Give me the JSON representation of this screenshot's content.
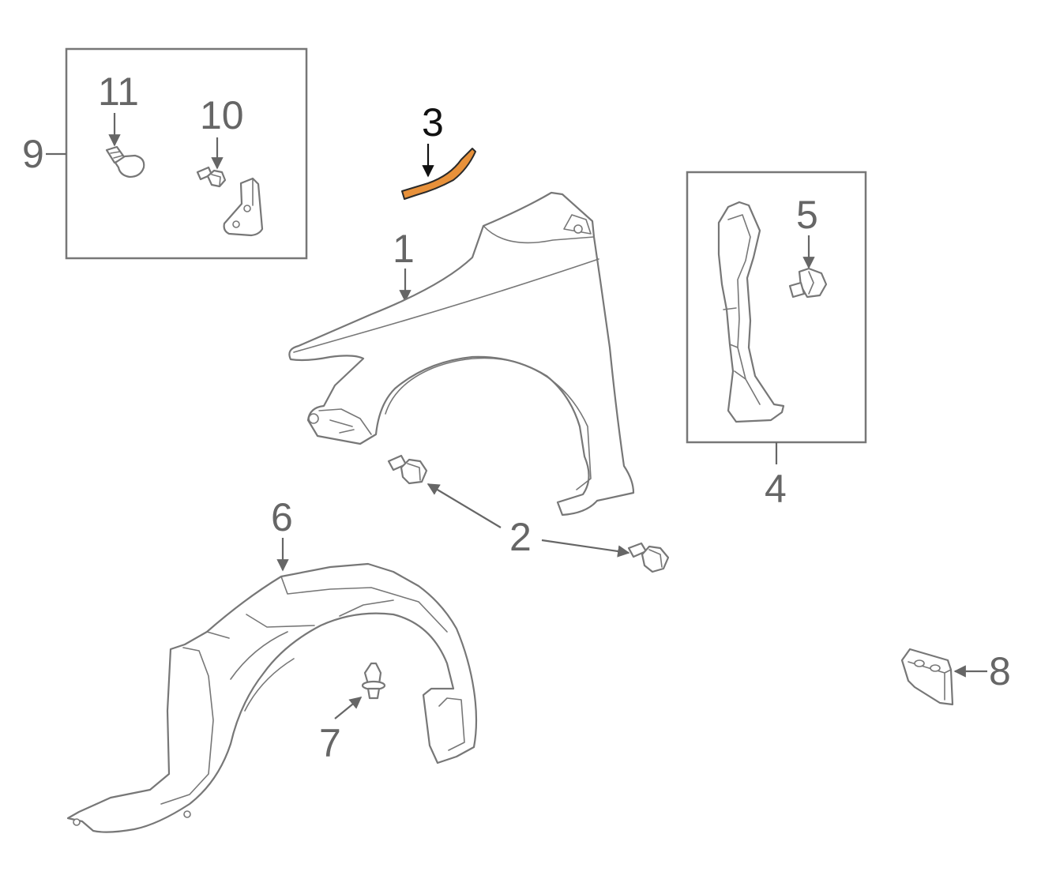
{
  "colors": {
    "highlight_fill": "#e8913a",
    "highlight_stroke": "#2a2a2a",
    "line_art": "#777777",
    "callout_text": "#666666",
    "callout_active_text": "#111111",
    "background": "#ffffff"
  },
  "highlighted_part": "3",
  "callouts": {
    "c1": "1",
    "c2": "2",
    "c3": "3",
    "c4": "4",
    "c5": "5",
    "c6": "6",
    "c7": "7",
    "c8": "8",
    "c9": "9",
    "c10": "10",
    "c11": "11"
  },
  "parts": [
    {
      "callout": "1",
      "icon": "fender-icon"
    },
    {
      "callout": "2",
      "icon": "bolt-icon"
    },
    {
      "callout": "3",
      "icon": "fender-seal-icon"
    },
    {
      "callout": "4",
      "icon": "fender-bracket-icon"
    },
    {
      "callout": "5",
      "icon": "nut-icon"
    },
    {
      "callout": "6",
      "icon": "fender-liner-icon"
    },
    {
      "callout": "7",
      "icon": "push-clip-icon"
    },
    {
      "callout": "8",
      "icon": "mount-bracket-icon"
    },
    {
      "callout": "9",
      "icon": "mounting-kit-icon"
    },
    {
      "callout": "10",
      "icon": "bolt-icon"
    },
    {
      "callout": "11",
      "icon": "retainer-icon"
    }
  ]
}
